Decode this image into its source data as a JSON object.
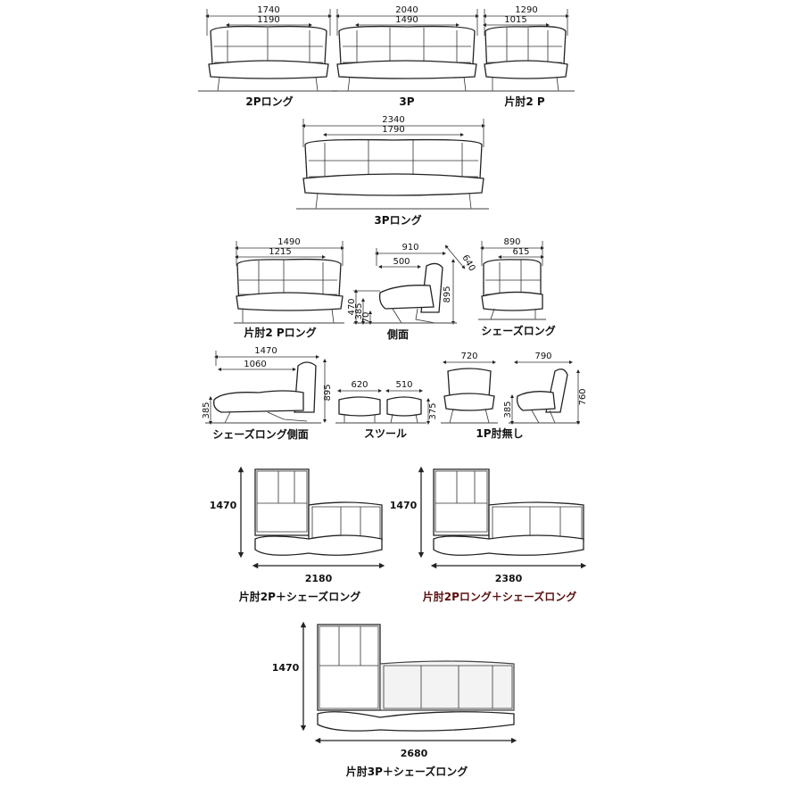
{
  "front_views": {
    "p2_long": {
      "label": "2Pロング",
      "outer": "1740",
      "inner": "1190"
    },
    "p3": {
      "label": "3P",
      "outer": "2040",
      "inner": "1490"
    },
    "kata2p": {
      "label": "片肘2 P",
      "outer": "1290",
      "inner": "1015"
    },
    "p3_long": {
      "label": "3Pロング",
      "outer": "2340",
      "inner": "1790"
    },
    "kata2p_long": {
      "label": "片肘2 Pロング",
      "outer": "1490",
      "inner": "1215"
    },
    "chaise_front": {
      "label": "シェーズロング",
      "outer": "890",
      "inner": "615"
    }
  },
  "side_view": {
    "label": "側面",
    "depth": "910",
    "seat_depth": "500",
    "back_angle": "640",
    "height": "895",
    "arm_height": "470",
    "seat_height": "385",
    "leg_height": "70"
  },
  "chaise_side": {
    "label": "シェーズロング側面",
    "depth": "1470",
    "seat_depth": "1060",
    "height": "895",
    "seat_height": "385"
  },
  "stool": {
    "label": "スツール",
    "w1": "620",
    "w2": "510",
    "height": "375"
  },
  "armless": {
    "label": "1P肘無し",
    "width": "720",
    "depth": "790",
    "seat_height": "385",
    "height": "760"
  },
  "combos": [
    {
      "label": "片肘2P＋シェーズロング",
      "depth": "1470",
      "width": "2180",
      "color": "#111111"
    },
    {
      "label": "片肘2Pロング＋シェーズロング",
      "depth": "1470",
      "width": "2380",
      "color": "#5a1010"
    },
    {
      "label": "片肘3P＋シェーズロング",
      "depth": "1470",
      "width": "2680",
      "color": "#111111"
    }
  ]
}
